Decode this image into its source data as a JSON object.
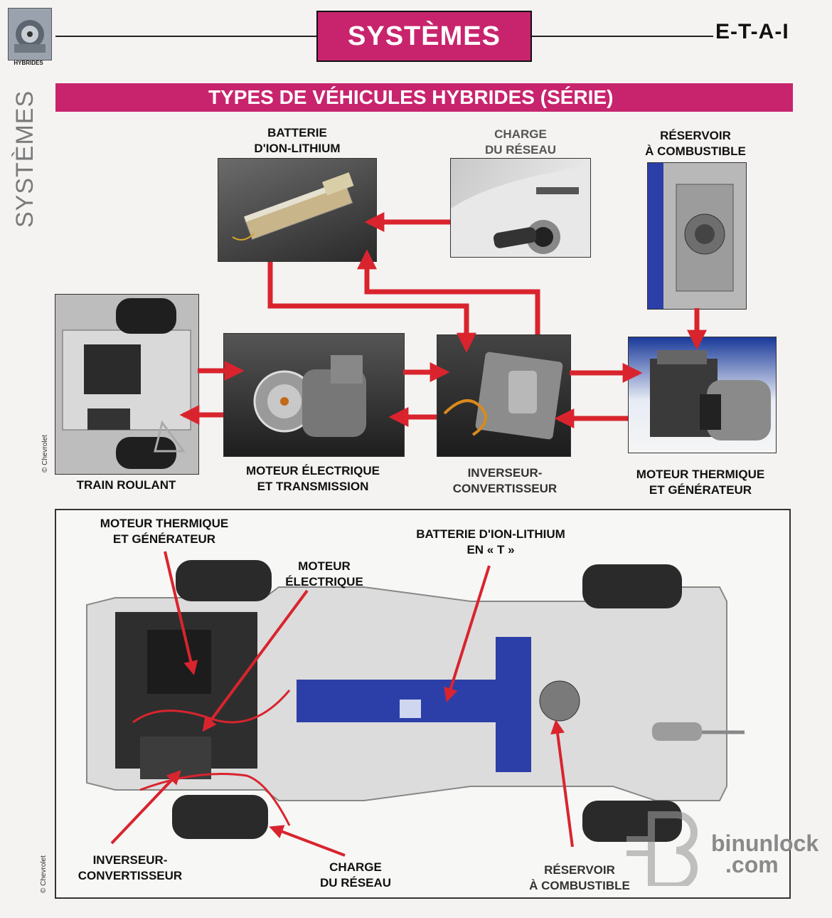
{
  "header": {
    "logo_caption": "HYBRIDES",
    "section_title": "SYSTÈMES",
    "brand": "E-T-A-I",
    "side_text": "SYSTÈMES"
  },
  "banner": {
    "title": "TYPES DE VÉHICULES HYBRIDES (SÉRIE)"
  },
  "colors": {
    "accent": "#c8246e",
    "arrow": "#d9242e",
    "battery_blue": "#2c3fa8"
  },
  "diagram": {
    "battery": [
      "BATTERIE",
      "D'ION-LITHIUM"
    ],
    "charge": [
      "CHARGE",
      "DU RÉSEAU"
    ],
    "tank": [
      "RÉSERVOIR",
      "À COMBUSTIBLE"
    ],
    "train": "TRAIN ROULANT",
    "motor": [
      "MOTEUR ÉLECTRIQUE",
      "ET TRANSMISSION"
    ],
    "inverter": [
      "INVERSEUR-",
      "CONVERTISSEUR"
    ],
    "engine": [
      "MOTEUR THERMIQUE",
      "ET GÉNÉRATEUR"
    ],
    "credit": "© Chevrolet"
  },
  "chassis": {
    "engine": [
      "MOTEUR THERMIQUE",
      "ET GÉNÉRATEUR"
    ],
    "motor": [
      "MOTEUR",
      "ÉLECTRIQUE"
    ],
    "battery": [
      "BATTERIE D'ION-LITHIUM",
      "EN « T »"
    ],
    "inverter": [
      "INVERSEUR-",
      "CONVERTISSEUR"
    ],
    "charge": [
      "CHARGE",
      "DU RÉSEAU"
    ],
    "tank": [
      "RÉSERVOIR",
      "À COMBUSTIBLE"
    ],
    "credit": "© Chevrolet"
  },
  "watermark": {
    "line1": "binunlock",
    "line2": ".com"
  }
}
